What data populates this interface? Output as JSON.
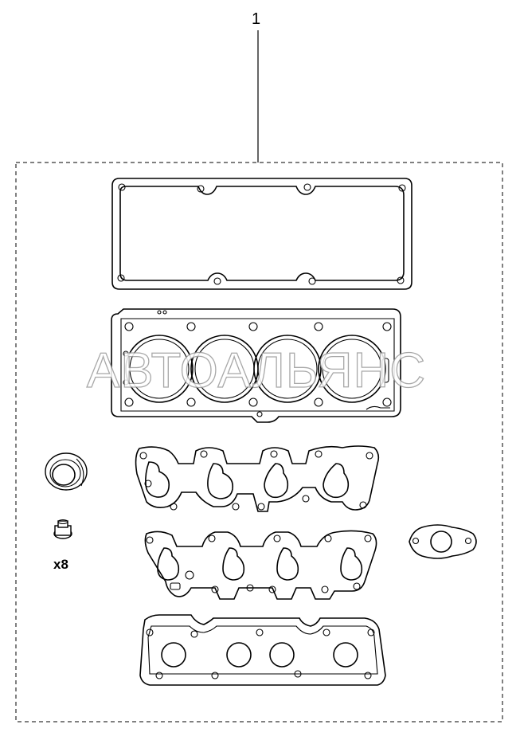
{
  "callout": {
    "number": "1"
  },
  "quantity_label": "x8",
  "watermark": "АВТОАЛЬЯНС",
  "parts": [
    "valve-cover-gasket",
    "cylinder-head-gasket",
    "intake-manifold-gasket",
    "exhaust-manifold-gasket",
    "oil-pan-gasket",
    "shaft-seal",
    "valve-stem-seal",
    "flange-gasket"
  ]
}
